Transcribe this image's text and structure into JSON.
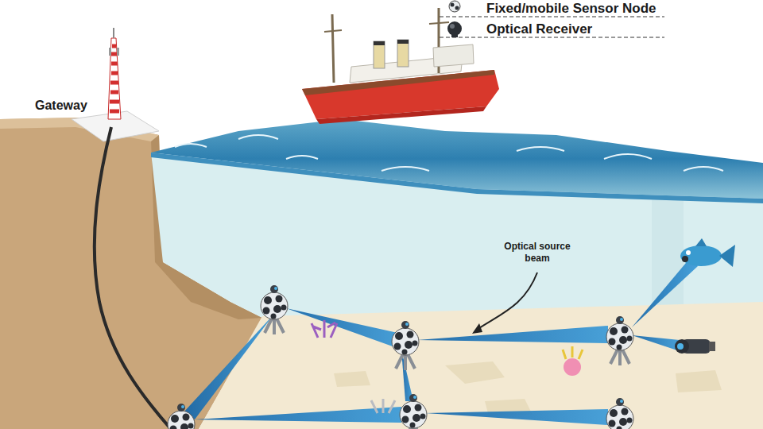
{
  "diagram": {
    "labels": [
      "Gateway",
      "Optical source beam"
    ],
    "legend": [
      {
        "text": "Fixed/mobile Sensor Node"
      },
      {
        "text": "Optical Receiver"
      }
    ]
  }
}
